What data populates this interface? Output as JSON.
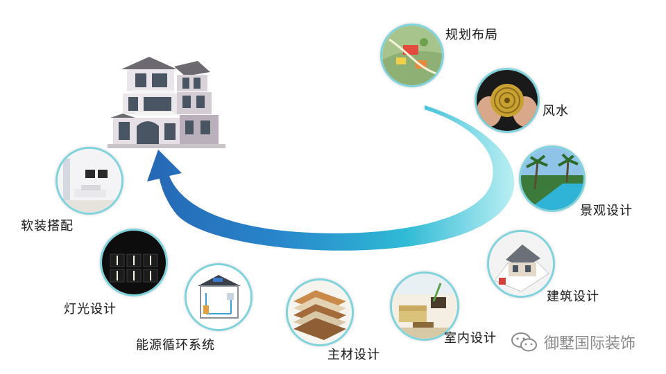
{
  "diagram": {
    "nodes": [
      {
        "id": "planning",
        "label": "规划布局",
        "icon": "site-plan-photo"
      },
      {
        "id": "fengshui",
        "label": "风水",
        "icon": "compass-hands-photo"
      },
      {
        "id": "landscape",
        "label": "景观设计",
        "icon": "pool-palm-photo"
      },
      {
        "id": "architecture",
        "label": "建筑设计",
        "icon": "house-model-photo"
      },
      {
        "id": "interior",
        "label": "室内设计",
        "icon": "living-room-photo"
      },
      {
        "id": "materials",
        "label": "主材设计",
        "icon": "material-samples-photo"
      },
      {
        "id": "energy",
        "label": "能源循环系统",
        "icon": "energy-house-diagram"
      },
      {
        "id": "lighting",
        "label": "灯光设计",
        "icon": "light-grid-photo"
      },
      {
        "id": "soft-furnishing",
        "label": "软装搭配",
        "icon": "white-room-photo"
      }
    ],
    "center_icon": "villa-icon"
  },
  "watermark": {
    "text": "御墅国际装饰",
    "icon": "wechat-icon"
  },
  "colors": {
    "arrow_dark": "#1a63b5",
    "arrow_light": "#2fc4d6",
    "circle_border": "#7fd3dc"
  }
}
